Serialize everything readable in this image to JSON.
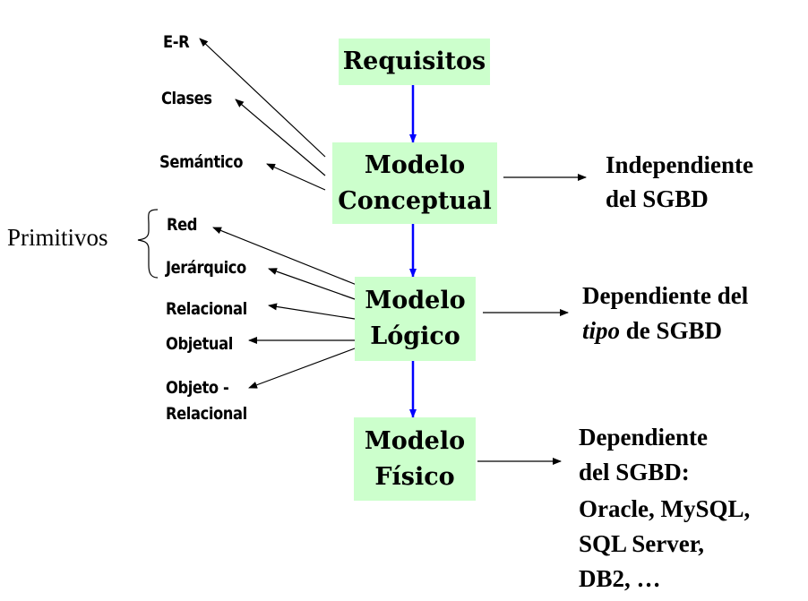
{
  "boxes": {
    "requisitos": "Requisitos",
    "conceptual": [
      "Modelo",
      "Conceptual"
    ],
    "logico": [
      "Modelo",
      "Lógico"
    ],
    "fisico": [
      "Modelo",
      "Físico"
    ]
  },
  "conceptual_models": [
    "E-R",
    "Clases",
    "Semántico"
  ],
  "primitivos_label": "Primitivos",
  "logical_models": [
    "Red",
    "Jerárquico",
    "Relacional",
    "Objetual",
    "Objeto -",
    "Relacional"
  ],
  "notes": {
    "conceptual": [
      "Independiente",
      "del SGBD"
    ],
    "logico": {
      "line1": "Dependiente del",
      "italic": "tipo",
      "rest": " de SGBD"
    },
    "fisico": [
      "Dependiente",
      "del SGBD:",
      "Oracle, MySQL,",
      "SQL Server,",
      "DB2, …"
    ]
  },
  "colors": {
    "box_fill": "#ccffcc",
    "main_arrow": "#0000ff",
    "thin_arrow": "#000000"
  }
}
